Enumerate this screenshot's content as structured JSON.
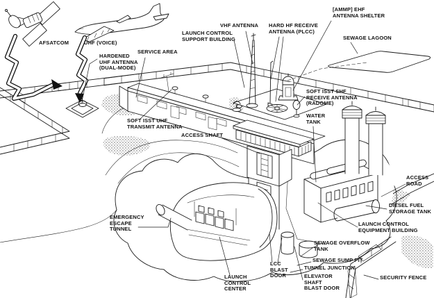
{
  "colors": {
    "background": "#ffffff",
    "ink": "#1a1a1a"
  },
  "labels": {
    "afsatcom": {
      "lines": [
        "AFSATCOM"
      ]
    },
    "uhf_voice": {
      "lines": [
        "UHF (VOICE)"
      ]
    },
    "hardened_uhf_antenna": {
      "lines": [
        "HARDENED",
        "UHF ANTENNA",
        "(DUAL-MODE)"
      ]
    },
    "service_area": {
      "lines": [
        "SERVICE AREA"
      ]
    },
    "launch_control_support_building": {
      "lines": [
        "LAUNCH CONTROL",
        "SUPPORT BUILDING"
      ]
    },
    "vhf_antenna": {
      "lines": [
        "VHF ANTENNA"
      ]
    },
    "hard_hf_receive_antenna": {
      "lines": [
        "HARD HF RECEIVE",
        "ANTENNA (PLCC)"
      ]
    },
    "ammp_ehf_antenna_shelter": {
      "bold": "[AMMP]",
      "lines": [
        "EHF",
        "ANTENNA SHELTER"
      ]
    },
    "sewage_lagoon": {
      "lines": [
        "SEWAGE LAGOON"
      ]
    },
    "soft_isst_uhf_transmit_antenna": {
      "lines": [
        "SOFT ISST UHF",
        "TRANSMIT ANTENNA"
      ]
    },
    "access_shaft": {
      "lines": [
        "ACCESS SHAFT"
      ]
    },
    "soft_isst_shf_receive_antenna": {
      "lines": [
        "SOFT ISST SHF",
        "RECEIVE ANTENNA",
        "(RADOME)"
      ]
    },
    "water_tank": {
      "lines": [
        "WATER",
        "TANK"
      ]
    },
    "access_road": {
      "lines": [
        "ACCESS",
        "ROAD"
      ]
    },
    "diesel_fuel_storage_tank": {
      "lines": [
        "DIESEL FUEL",
        "STORAGE TANK"
      ]
    },
    "launch_control_equipment_building": {
      "lines": [
        "LAUNCH CONTROL",
        "EQUIPMENT BUILDING"
      ]
    },
    "sewage_overflow_tank": {
      "lines": [
        "SEWAGE OVERFLOW",
        "TANK"
      ]
    },
    "sewage_sump_pit": {
      "lines": [
        "SEWAGE SUMP PIT"
      ]
    },
    "tunnel_junction": {
      "lines": [
        "TUNNEL JUNCTION"
      ]
    },
    "elevator_shaft_blast_door": {
      "lines": [
        "ELEVATOR",
        "SHAFT",
        "BLAST DOOR"
      ]
    },
    "lcc_blast_door": {
      "lines": [
        "LCC",
        "BLAST",
        "DOOR"
      ]
    },
    "launch_control_center": {
      "lines": [
        "LAUNCH",
        "CONTROL",
        "CENTER"
      ]
    },
    "emergency_escape_tunnel": {
      "lines": [
        "EMERGENCY",
        "ESCAPE",
        "TUNNEL"
      ]
    },
    "security_fence": {
      "lines": [
        "SECURITY FENCE"
      ]
    }
  }
}
